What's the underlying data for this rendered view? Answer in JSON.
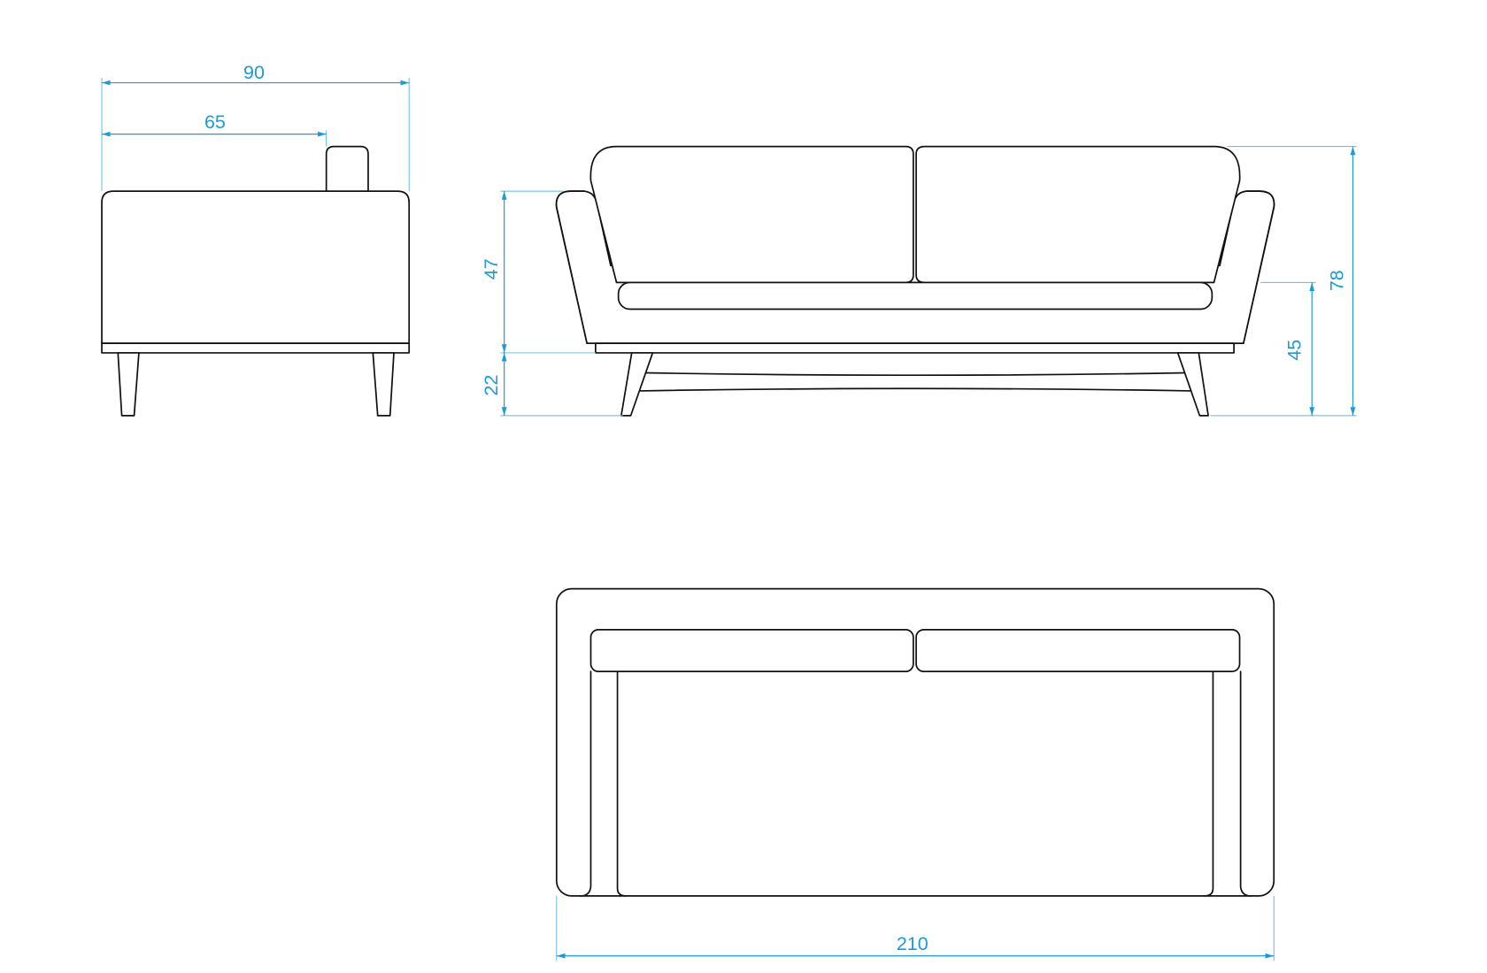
{
  "drawing": {
    "line_color": "#111111",
    "dimension_color": "#1e9ad6",
    "side_view": {
      "overall_depth": "90",
      "seat_depth": "65"
    },
    "front_view": {
      "arm_height": "47",
      "leg_height": "22",
      "seat_height": "45",
      "overall_height": "78"
    },
    "top_view": {
      "overall_width": "210"
    }
  }
}
